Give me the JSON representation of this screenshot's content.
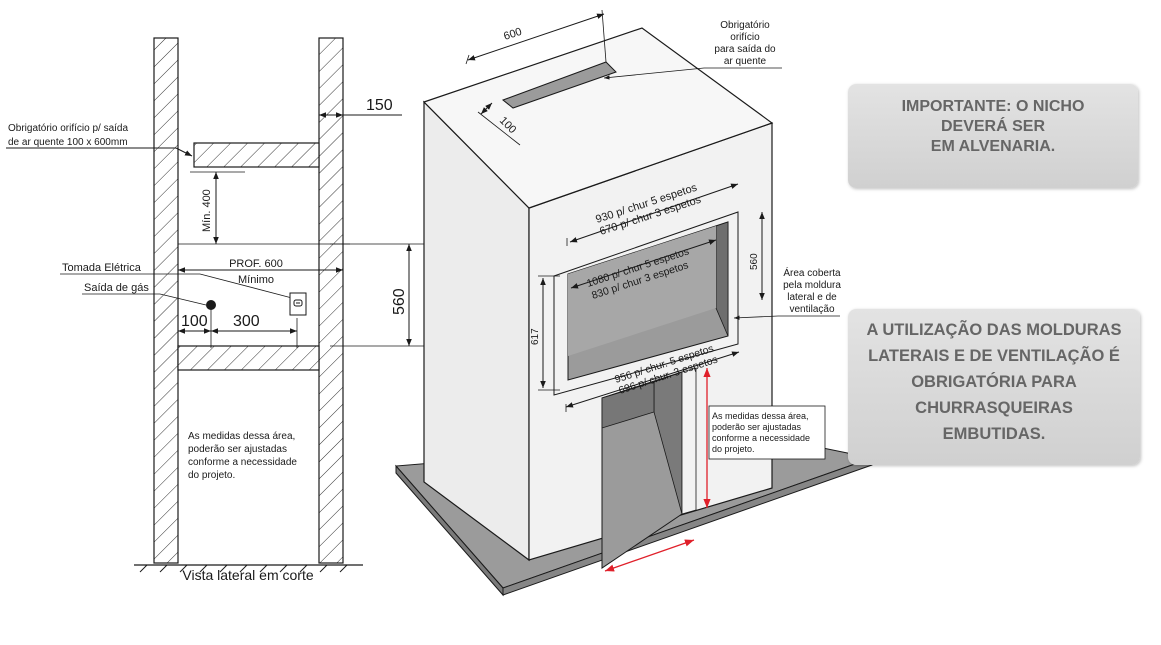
{
  "side_view": {
    "caption": "Vista lateral em corte",
    "dim_150": "150",
    "hole_label_1": "Obrigatório orifício p/ saída",
    "hole_label_2": "de ar quente 100 x 600mm",
    "min_400": "Mín. 400",
    "prof_600": "PROF. 600",
    "minimo": "Mínimo",
    "tomada": "Tomada Elétrica",
    "gas": "Saída de gás",
    "dim_100": "100",
    "dim_300": "300",
    "dim_560": "560",
    "lower_note_1": "As medidas dessa área,",
    "lower_note_2": "poderão ser ajustadas",
    "lower_note_3": "conforme a necessidade",
    "lower_note_4": "do projeto."
  },
  "iso_view": {
    "dim_600": "600",
    "dim_100": "100",
    "hole_note_1": "Obrigatório",
    "hole_note_2": "orifício",
    "hole_note_3": "para saída do",
    "hole_note_4": "ar quente",
    "top_5": "930 p/ chur 5 espetos",
    "top_3": "670 p/ chur 3 espetos",
    "inner_5": "1080 p/ chur 5 espetos",
    "inner_3": "830 p/ chur 3 espetos",
    "bottom_5": "956 p/ chur. 5 espetos",
    "bottom_3": "696 p/ chur. 3 espetos",
    "dim_617": "617",
    "dim_560": "560",
    "area_note_1": "Área coberta",
    "area_note_2": "pela moldura",
    "area_note_3": "lateral e de",
    "area_note_4": "ventilação",
    "base_note_1": "As medidas dessa área,",
    "base_note_2": "poderão ser ajustadas",
    "base_note_3": "conforme a necessidade",
    "base_note_4": "do projeto."
  },
  "notes": {
    "important": "IMPORTANTE: O NICHO\nDEVERÁ SER\nEM ALVENARIA.",
    "molduras": "A UTILIZAÇÃO DAS MOLDURAS\nLATERAIS E DE VENTILAÇÃO É\nOBRIGATÓRIA PARA\nCHURRASQUEIRAS\nEMBUTIDAS."
  },
  "colors": {
    "hatch": "#333333",
    "fill_light": "#ececec",
    "fill_dark": "#9b9b9b",
    "red_dim": "#e0202a",
    "note_text": "#666666"
  }
}
